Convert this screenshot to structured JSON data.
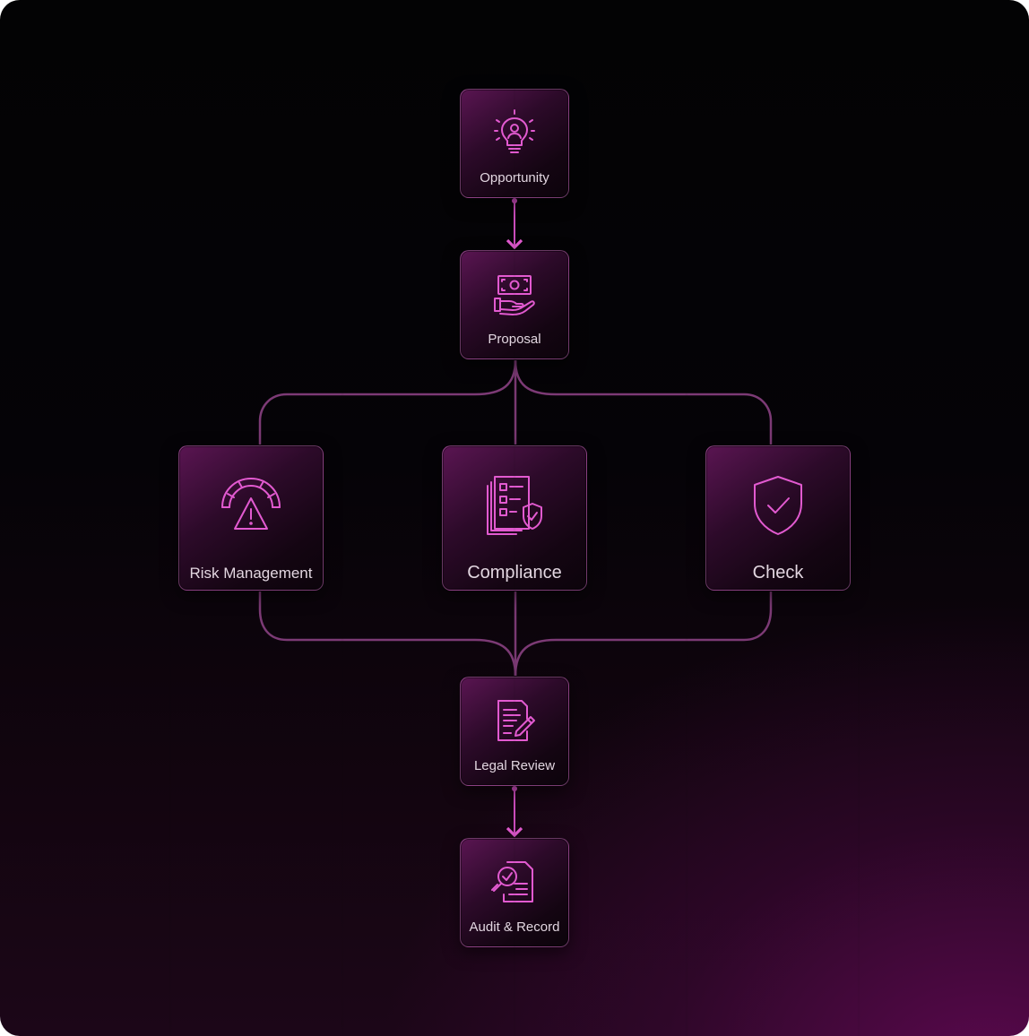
{
  "nodes": {
    "opportunity": {
      "label": "Opportunity",
      "icon": "lightbulb-person-icon"
    },
    "proposal": {
      "label": "Proposal",
      "icon": "hand-money-icon"
    },
    "risk_management": {
      "label": "Risk Management",
      "icon": "gauge-warning-icon"
    },
    "compliance": {
      "label": "Compliance",
      "icon": "checklist-shield-icon"
    },
    "check": {
      "label": "Check",
      "icon": "shield-check-icon"
    },
    "legal_review": {
      "label": "Legal Review",
      "icon": "document-pen-icon"
    },
    "audit_record": {
      "label": "Audit & Record",
      "icon": "document-magnifier-icon"
    }
  },
  "colors": {
    "accent": "#e25ad0",
    "connector": "#8a3f82",
    "node_border": "#d278c8",
    "label": "#e2d6e0"
  }
}
